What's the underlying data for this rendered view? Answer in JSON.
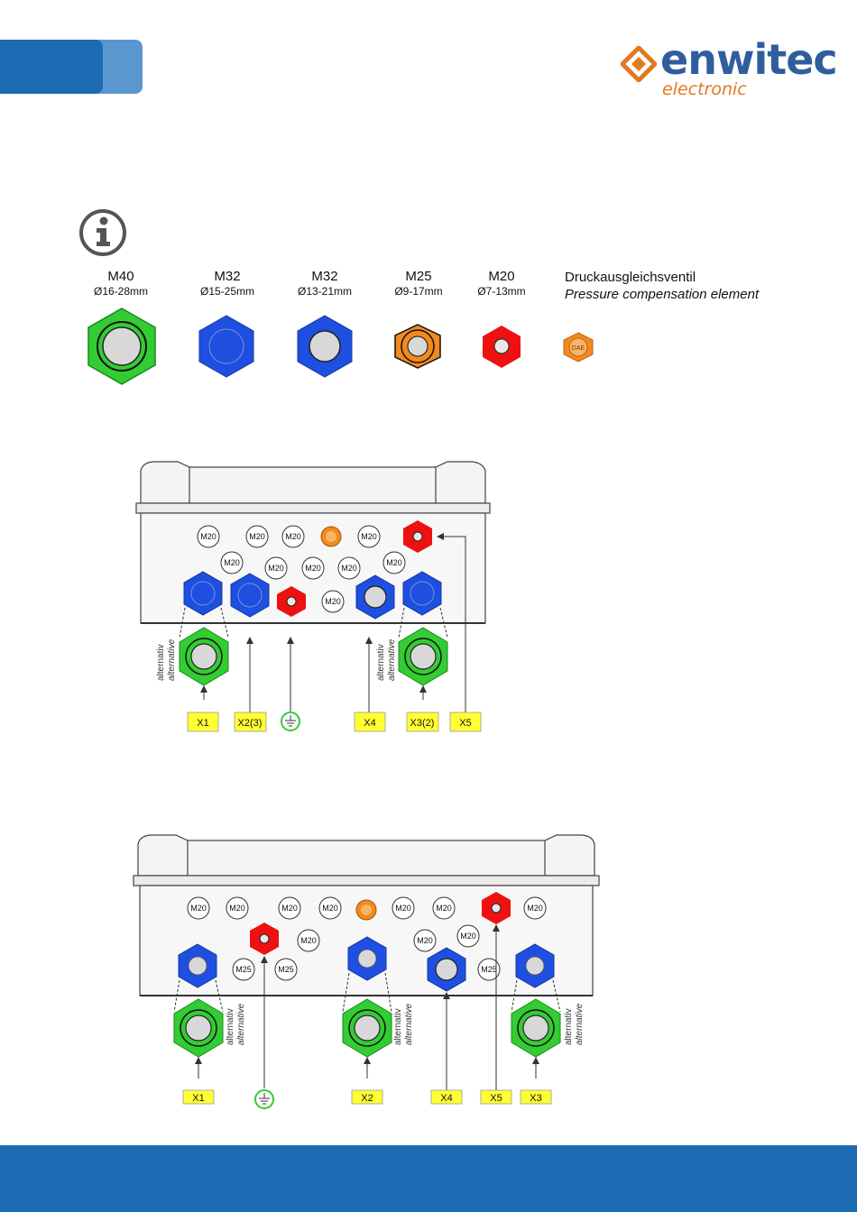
{
  "brand": {
    "name": "enwitec",
    "tagline": "electronic",
    "colors": {
      "blue": "#2f5e9e",
      "orange": "#e07a1f",
      "bar_blue": "#1d6bb3"
    }
  },
  "info_icon": "info-icon",
  "legend": {
    "items": [
      {
        "size": "M40",
        "range": "Ø16-28mm",
        "color": "#33cc33"
      },
      {
        "size": "M32",
        "range": "Ø15-25mm",
        "color": "#1e4fe0"
      },
      {
        "size": "M32",
        "range": "Ø13-21mm",
        "color": "#1e4fe0"
      },
      {
        "size": "M25",
        "range": "Ø9-17mm",
        "color": "#f28a1e"
      },
      {
        "size": "M20",
        "range": "Ø7-13mm",
        "color": "#ee1111"
      }
    ],
    "pce": {
      "label_de": "Druckausgleichsventil",
      "label_en": "Pressure compensation element",
      "badge": "DAE"
    }
  },
  "diagram1": {
    "small_glands": [
      "M20",
      "M20",
      "M20",
      "M20",
      "M20",
      "M20",
      "M20",
      "M20",
      "M20",
      "M20"
    ],
    "alt_label_de": "alternativ",
    "alt_label_en": "alternative",
    "connectors": [
      "X1",
      "X2(3)",
      "X4",
      "X3(2)",
      "X5"
    ]
  },
  "diagram2": {
    "small_glands": [
      "M20",
      "M20",
      "M20",
      "M20",
      "M20",
      "M20",
      "M20",
      "M20",
      "M20",
      "M20",
      "M25",
      "M25",
      "M25"
    ],
    "alt_label_de": "alternativ",
    "alt_label_en": "alternative",
    "connectors": [
      "X1",
      "X2",
      "X4",
      "X5",
      "X3"
    ]
  }
}
